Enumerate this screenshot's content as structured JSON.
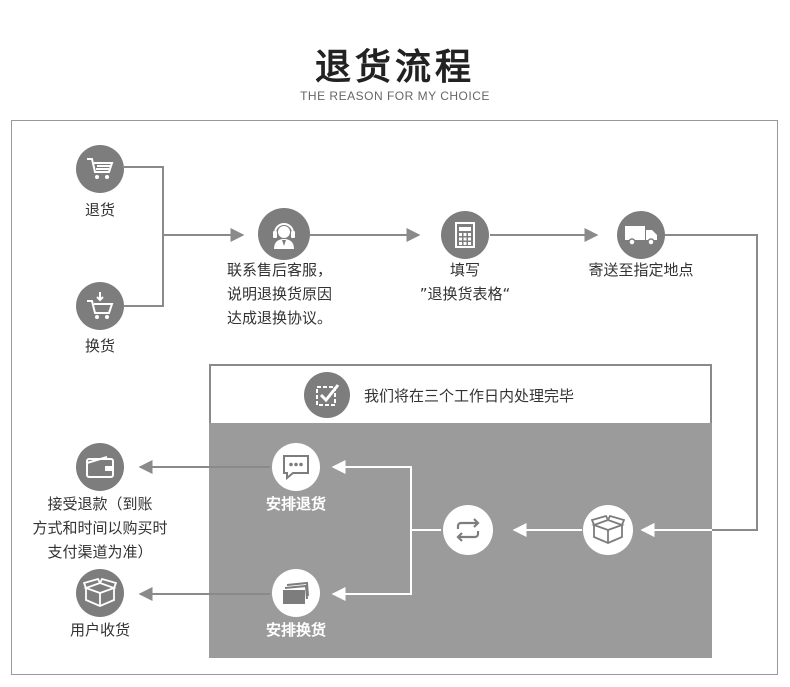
{
  "header": {
    "title": "退货流程",
    "subtitle": "THE REASON FOR MY CHOICE"
  },
  "steps": {
    "return_goods": "退货",
    "exchange_goods": "换货",
    "contact_service": [
      "联系售后客服，",
      "说明退换货原因",
      "达成退换协议。"
    ],
    "fill_form": [
      "填写",
      "”退换货表格“"
    ],
    "ship_to_address": "寄送至指定地点",
    "process_notice": "我们将在三个工作日内处理完毕",
    "arrange_return": "安排退货",
    "arrange_exchange": "安排换货",
    "receive_refund": [
      "接受退款（到账",
      "方式和时间以购买时",
      "支付渠道为准）"
    ],
    "user_receives": "用户收货"
  },
  "colors": {
    "node_fill": "#7d7d7d",
    "panel_fill": "#9b9b9b",
    "line": "#8a8a8a"
  },
  "icons": [
    "cart-icon",
    "cart-exchange-icon",
    "customer-service-icon",
    "form-icon",
    "truck-icon",
    "checkbox-icon",
    "chat-icon",
    "cash-stack-icon",
    "refresh-icon",
    "box-icon",
    "wallet-icon"
  ]
}
